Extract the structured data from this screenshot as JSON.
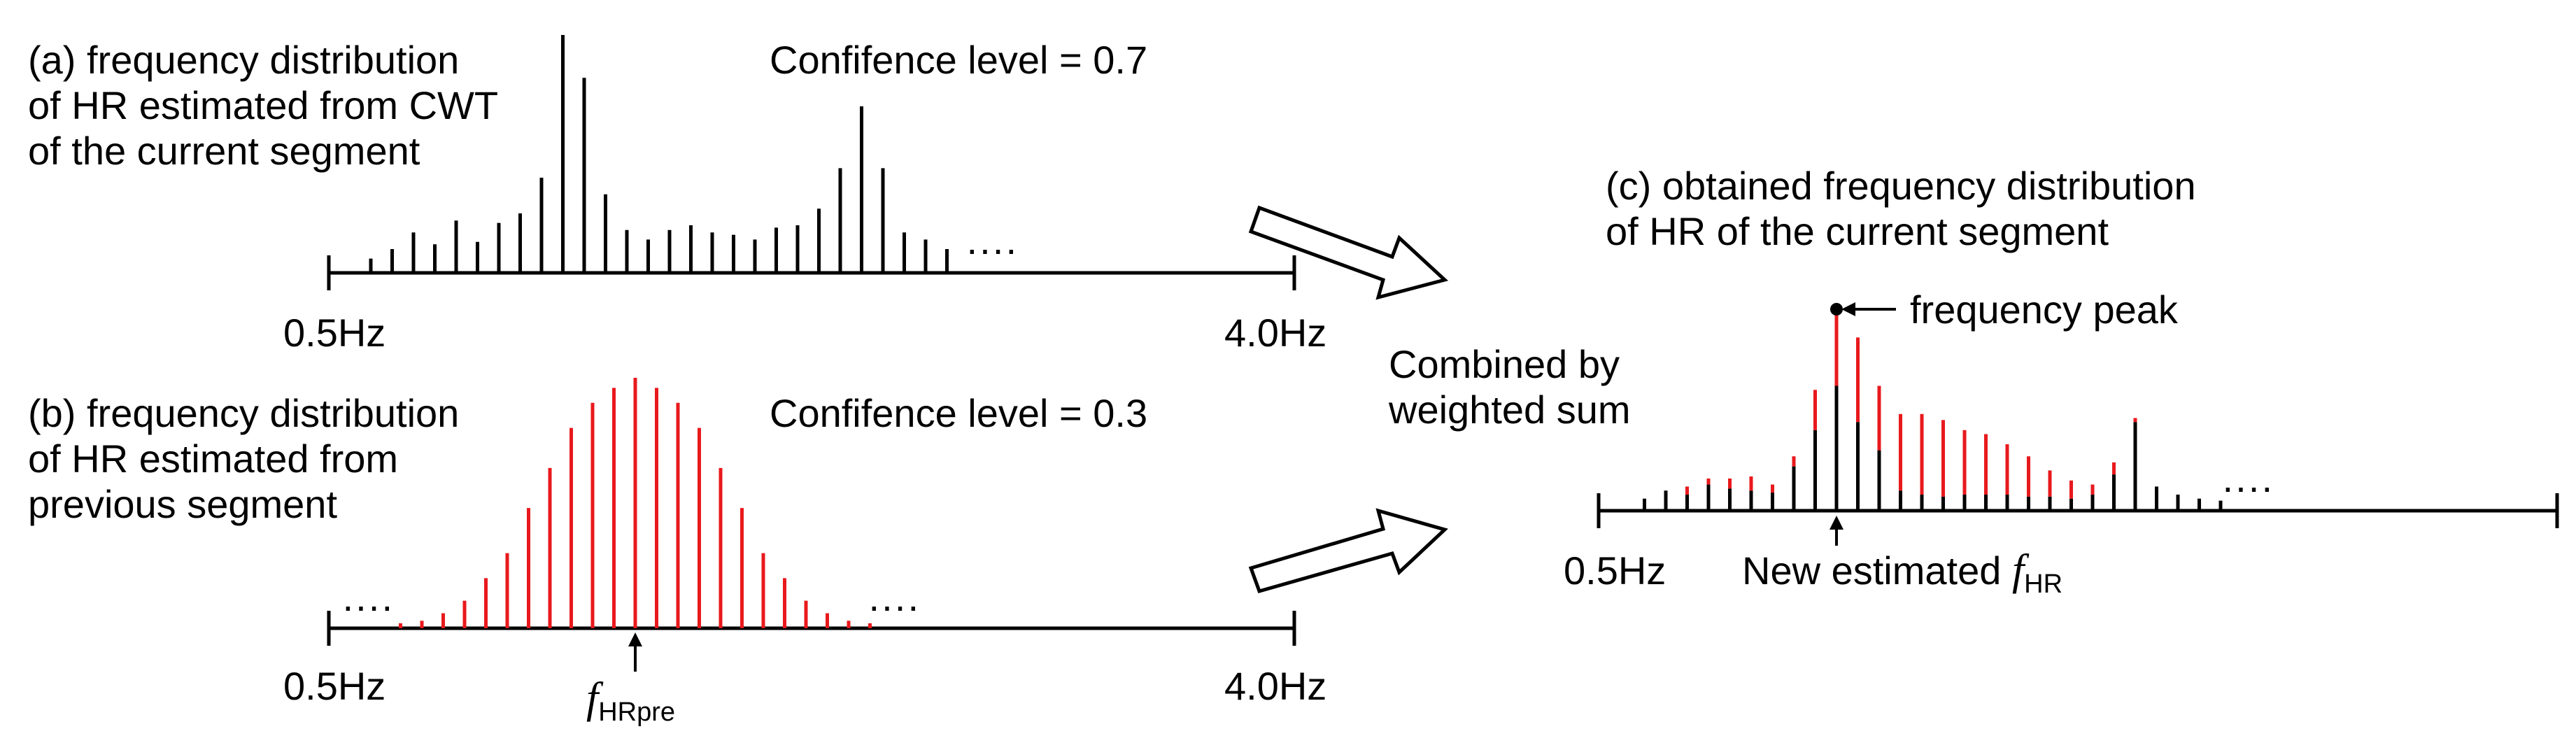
{
  "panel_a": {
    "title_lines": [
      "(a) frequency distribution",
      "of HR estimated from CWT",
      "of the current segment"
    ],
    "confidence": "Confifence level = 0.7",
    "axis_left": "0.5Hz",
    "axis_right": "4.0Hz",
    "ellipsis": "····",
    "bar_heights": [
      0.06,
      0.1,
      0.17,
      0.12,
      0.22,
      0.13,
      0.21,
      0.25,
      0.4,
      1.0,
      0.82,
      0.33,
      0.18,
      0.14,
      0.18,
      0.2,
      0.17,
      0.16,
      0.14,
      0.19,
      0.2,
      0.27,
      0.44,
      0.7,
      0.44,
      0.17,
      0.14,
      0.1
    ]
  },
  "panel_b": {
    "title_lines": [
      "(b) frequency distribution",
      "of HR estimated from",
      "previous segment"
    ],
    "confidence": "Confifence level = 0.3",
    "axis_left": "0.5Hz",
    "axis_right": "4.0Hz",
    "ellipsis_left": "····",
    "ellipsis_right": "····",
    "marker_label_main": "f",
    "marker_label_sub": "HRpre",
    "bar_heights": [
      0.02,
      0.03,
      0.06,
      0.11,
      0.2,
      0.3,
      0.48,
      0.64,
      0.8,
      0.9,
      0.96,
      1.0,
      0.96,
      0.9,
      0.8,
      0.64,
      0.48,
      0.3,
      0.2,
      0.11,
      0.06,
      0.03,
      0.02
    ],
    "peak_index": 11
  },
  "combine_label_lines": [
    "Combined by",
    "weighted sum"
  ],
  "panel_c": {
    "title_lines": [
      "(c) obtained frequency distribution",
      "of HR of the current segment"
    ],
    "peak_label": "frequency peak",
    "axis_left": "0.5Hz",
    "ellipsis": "····",
    "new_label_main": "New estimated ",
    "new_label_f": "f",
    "new_label_sub": "HR",
    "black_heights": [
      0.06,
      0.1,
      0.08,
      0.13,
      0.11,
      0.1,
      0.09,
      0.22,
      0.4,
      0.62,
      0.44,
      0.3,
      0.1,
      0.08,
      0.07,
      0.08,
      0.08,
      0.08,
      0.07,
      0.07,
      0.06,
      0.08,
      0.18,
      0.44,
      0.12,
      0.08,
      0.06,
      0.05
    ],
    "red_heights": [
      0.06,
      0.1,
      0.12,
      0.16,
      0.16,
      0.17,
      0.13,
      0.27,
      0.6,
      1.0,
      0.86,
      0.62,
      0.48,
      0.48,
      0.45,
      0.4,
      0.38,
      0.33,
      0.27,
      0.2,
      0.15,
      0.13,
      0.24,
      0.46,
      0.12,
      0.08,
      0.06,
      0.05
    ],
    "peak_index": 9
  },
  "colors": {
    "black": "#000000",
    "red": "#e8191d",
    "arrow_fill": "#ffffff"
  }
}
